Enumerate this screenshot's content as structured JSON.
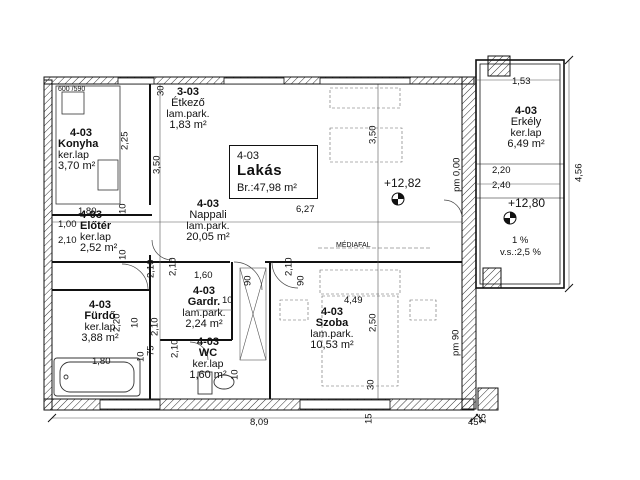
{
  "flat": {
    "id": "4-03",
    "name": "Lakás",
    "area": "Br.:47,98 m²"
  },
  "rooms": {
    "etkezo": {
      "id": "3-03",
      "name": "Étkező",
      "material": "lam.park.",
      "area": "1,83 m²"
    },
    "konyha": {
      "id": "4-03",
      "name": "Konyha",
      "material": "ker.lap",
      "area": "3,70 m²"
    },
    "eloter": {
      "id": "4-03",
      "name": "Előtér",
      "material": "ker.lap",
      "area": "2,52 m²"
    },
    "nappali": {
      "id": "4-03",
      "name": "Nappali",
      "material": "lam.park.",
      "area": "20,05 m²"
    },
    "gardr": {
      "id": "4-03",
      "name": "Gardr.",
      "material": "lam.park.",
      "area": "2,24 m²"
    },
    "furdo": {
      "id": "4-03",
      "name": "Fürdő",
      "material": "ker.lap",
      "area": "3,88 m²"
    },
    "wc": {
      "id": "4-03",
      "name": "WC",
      "material": "ker.lap",
      "area": "1,60 m²"
    },
    "szoba": {
      "id": "4-03",
      "name": "Szoba",
      "material": "lam.park.",
      "area": "10,53 m²"
    },
    "erkely": {
      "id": "4-03",
      "name": "Erkély",
      "material": "ker.lap",
      "area": "6,49 m²"
    }
  },
  "levels": {
    "main": "+12,82",
    "balcony": "+12,80"
  },
  "slope": {
    "pct": "1 %",
    "vs": "v.s.:2,5 %"
  },
  "labels": {
    "mediafal": "MÉDIAFAL",
    "pm_top": "pm 0,00",
    "pm_bottom": "pm 90",
    "fixture": "600 /590"
  },
  "dims": {
    "d_153": "1,53",
    "d_456": "4,56",
    "d_220": "2,20",
    "d_240": "2,40",
    "d_627": "6,27",
    "d_449": "4,49",
    "d_809": "8,09",
    "d_45": "45⁵",
    "d_180a": "1,80",
    "d_100": "1,00",
    "d_210a": "2,10",
    "d_160": "1,60",
    "d_180b": "1,80",
    "d_350a": "3,50",
    "d_350b": "3,50",
    "d_225": "2,25",
    "d_30a": "30",
    "d_30b": "30",
    "d_10a": "10",
    "d_10b": "10",
    "d_10c": "10",
    "d_10d": "10",
    "d_10e": "10",
    "d_210b": "2,10",
    "d_210c": "2,10",
    "d_210d": "2,10",
    "d_90a": "90",
    "d_90b": "90",
    "d_210e": "2,10",
    "d_250": "2,50",
    "d_220b": "2,20",
    "d_75": "75",
    "d_210f": "2,10",
    "d_15": "15",
    "d_10f": "10",
    "d_15b": "15"
  }
}
